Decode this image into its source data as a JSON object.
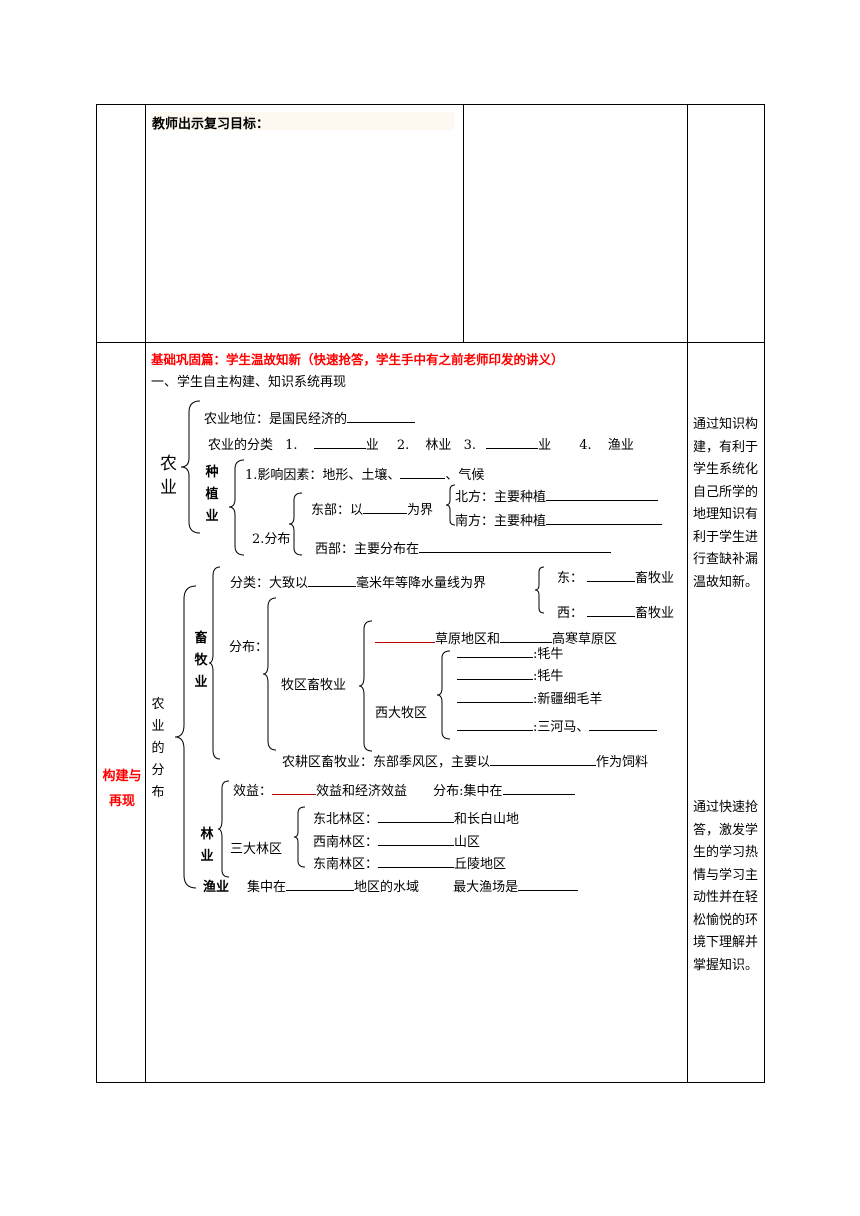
{
  "top": {
    "teacher_title": "教师出示复习目标："
  },
  "section": {
    "label": "构建与再现",
    "heading": "基础巩固篇：学生温故知新（快速抢答，学生手中有之前老师印发的讲义）",
    "subheading": "一、学生自主构建、知识系统再现"
  },
  "agri": {
    "root": "农业",
    "status": "农业地位：是国民经济的",
    "types_label": "农业的分类",
    "t1": "1.",
    "t1s": "业",
    "t2": "2.",
    "t2s": "林业",
    "t3": "3.",
    "t3s": "业",
    "t4": "4.",
    "t4s": "渔业",
    "plant": "种植业",
    "factors": "1.影响因素：地形、土壤、",
    "factors_end": "、气候",
    "dist": "2.分布",
    "east": "东部：以",
    "east_end": "为界",
    "north": "北方：主要种植",
    "south": "南方：主要种植",
    "west": "西部：主要分布在"
  },
  "dist": {
    "root": "农业的分布",
    "husbandry": "畜牧业",
    "classify": "分类：大致以",
    "classify_end": "毫米年等降水量线为界",
    "east": "东：",
    "east_end": "畜牧业",
    "west": "西：",
    "west_end": "畜牧业",
    "distribution": "分布：",
    "pastoral": "牧区畜牧业",
    "grass": "草原地区和",
    "cold": "高寒草原区",
    "west4": "西大牧区",
    "yak1": ":牦牛",
    "yak2": ":牦牛",
    "sheep": ":新疆细毛羊",
    "horse": ":三河马、",
    "farm": "农耕区畜牧业：东部季风区，主要以",
    "farm_end": "作为饲料",
    "forest": "林业",
    "benefit": "效益：",
    "benefit_end": "效益和经济效益",
    "fdist": "分布:集中在",
    "three": "三大林区",
    "ne": "东北林区：",
    "ne_end": "和长白山地",
    "sw": "西南林区：",
    "sw_end": "山区",
    "se": "东南林区：",
    "se_end": "丘陵地区",
    "fish": "渔业",
    "fish_text": "集中在",
    "fish_mid": "地区的水域",
    "fish_big": "最大渔场是"
  },
  "notes": {
    "n1": "通过知识构建，有利于学生系统化自己所学的地理知识有利于学生进行查缺补漏温故知新。",
    "n2": "通过快速抢答，激发学生的学习热情与学习主动性并在轻松愉悦的环境下理解并掌握知识。"
  }
}
